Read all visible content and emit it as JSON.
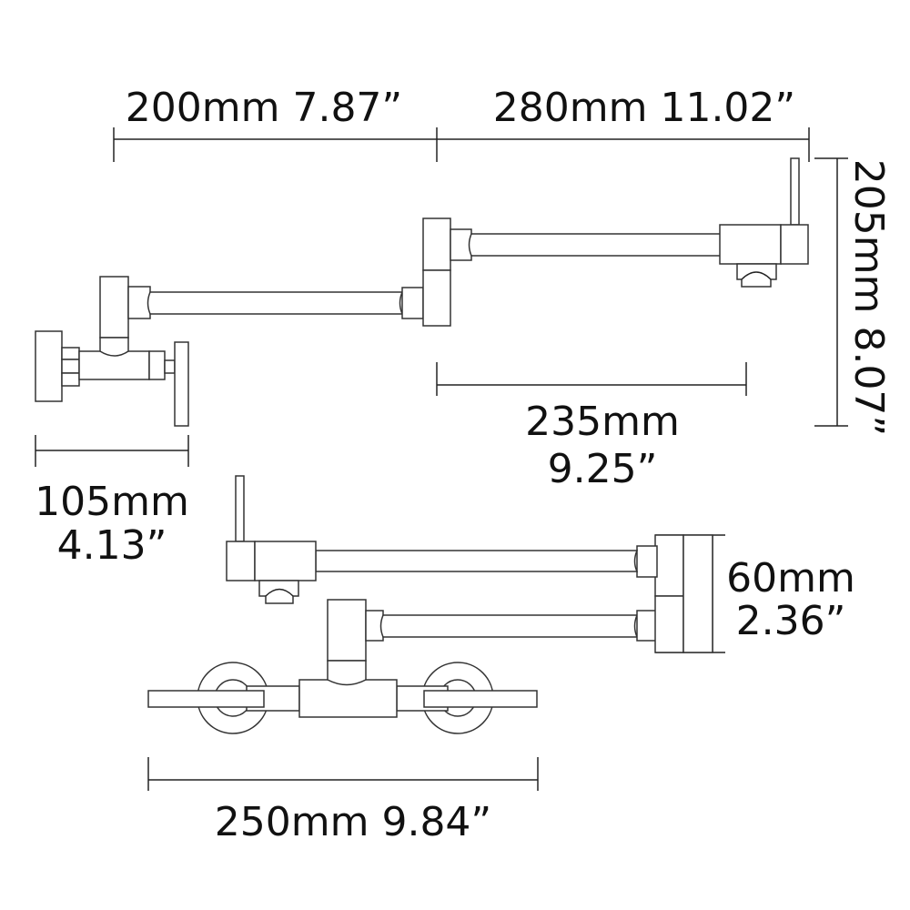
{
  "dimensions": {
    "upper_left_width": "200mm 7.87”",
    "upper_right_width": "280mm 11.02”",
    "height": "205mm 8.07”",
    "spout_reach_mm": "235mm",
    "spout_reach_in": "9.25”",
    "wall_depth_mm": "105mm",
    "wall_depth_in": "4.13”",
    "arm_spacing_mm": "60mm",
    "arm_spacing_in": "2.36”",
    "base_width": "250mm 9.84”"
  },
  "colors": {
    "line": "#333333",
    "background": "#ffffff"
  }
}
